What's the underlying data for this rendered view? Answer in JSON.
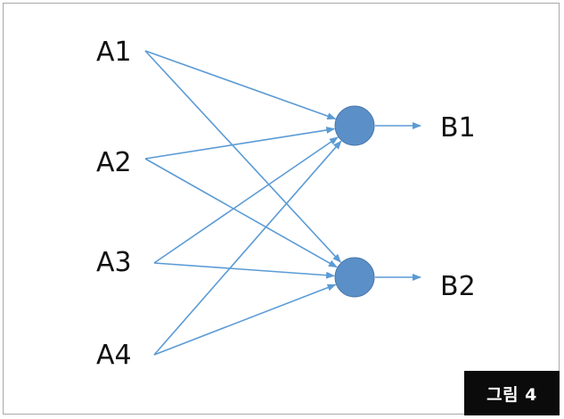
{
  "diagram": {
    "inputs": [
      "A1",
      "A2",
      "A3",
      "A4"
    ],
    "outputs": [
      "B1",
      "B2"
    ],
    "connections": [
      [
        "A1",
        "B1"
      ],
      [
        "A1",
        "B2"
      ],
      [
        "A2",
        "B1"
      ],
      [
        "A2",
        "B2"
      ],
      [
        "A3",
        "B1"
      ],
      [
        "A3",
        "B2"
      ],
      [
        "A4",
        "B1"
      ],
      [
        "A4",
        "B2"
      ]
    ],
    "line_color": "#5b9bd5",
    "node_color": "#5b8fc8"
  },
  "caption": {
    "label": "그림 4",
    "background": "#0b0b0b"
  }
}
